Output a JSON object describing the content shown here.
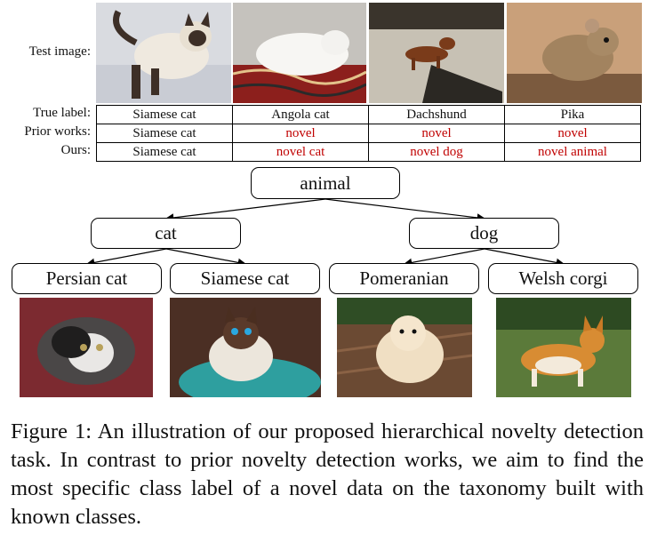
{
  "row_labels": {
    "test_image": "Test image:",
    "true_label": "True label:",
    "prior_works": "Prior works:",
    "ours": "Ours:"
  },
  "table": {
    "true_label": [
      "Siamese cat",
      "Angola cat",
      "Dachshund",
      "Pika"
    ],
    "prior_works": [
      "Siamese cat",
      "novel",
      "novel",
      "novel"
    ],
    "ours": [
      "Siamese cat",
      "novel cat",
      "novel dog",
      "novel animal"
    ]
  },
  "taxonomy": {
    "root": "animal",
    "cat": "cat",
    "dog": "dog",
    "leaves": [
      "Persian cat",
      "Siamese cat",
      "Pomeranian",
      "Welsh corgi"
    ]
  },
  "caption": "Figure 1: An illustration of our proposed hierarchical novelty detection task.  In contrast to prior novelty detection works, we aim to find the most specific class label of a novel data on the taxonomy built with known classes.",
  "colors": {
    "novel_text": "#c00000"
  }
}
